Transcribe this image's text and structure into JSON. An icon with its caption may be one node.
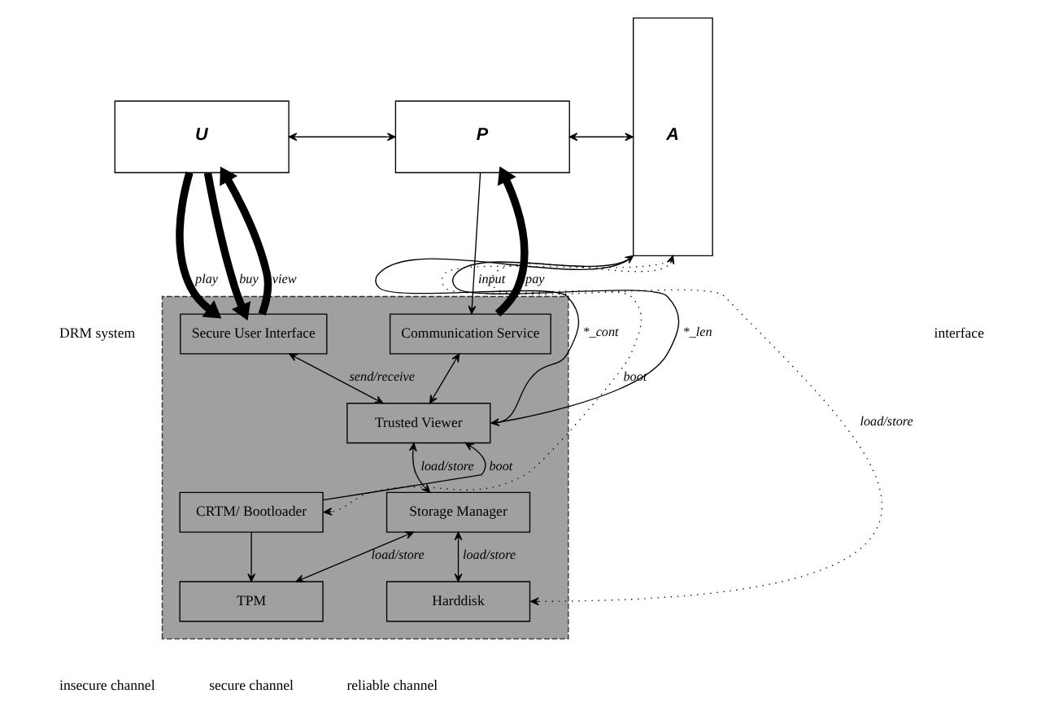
{
  "diagram": {
    "nodes": [
      {
        "text": [
          "U"
        ]
      },
      {
        "text": [
          "P"
        ]
      },
      {
        "text": [
          "A"
        ]
      },
      {
        "text": [],
        "shape": "box"
      },
      {
        "text": [
          "Secure User Interface"
        ],
        "in": 3
      },
      {
        "text": [
          "Communication Service"
        ],
        "in": 3
      },
      {
        "text": [
          "Trusted Viewer"
        ],
        "in": 3
      },
      {
        "text": [
          "Storage Manager"
        ],
        "in": 3
      },
      {
        "text": [
          "CRTM/ Bootloader"
        ],
        "in": 3
      },
      {
        "text": [
          "TPM"
        ],
        "in": 3
      },
      {
        "text": [
          "Harddisk"
        ],
        "in": 3
      }
    ],
    "edges": [
      {
        "from": 0,
        "to": 1,
        "arrow": "both"
      },
      {
        "from": 1,
        "to": 2,
        "arrow": "both"
      },
      {
        "from": 0,
        "to": 4,
        "arrow": "to",
        "label": "buy",
        "style": "thick"
      },
      {
        "from": 0,
        "to": 4,
        "arrow": "to",
        "label": "play",
        "style": "thick"
      },
      {
        "from": 4,
        "to": 0,
        "arrow": "to",
        "label": "view",
        "style": "thick"
      },
      {
        "from": 1,
        "to": 5,
        "arrow": "to",
        "label": "input"
      },
      {
        "from": 5,
        "to": 1,
        "arrow": "to",
        "label": "pay",
        "style": "thick"
      },
      {
        "from": 4,
        "to": 6,
        "arrow": "both",
        "label": "send/receive"
      },
      {
        "from": 5,
        "to": 6,
        "arrow": "both"
      },
      {
        "from": 6,
        "to": 2,
        "arrow": "to",
        "label": "*_len"
      },
      {
        "from": 2,
        "to": 6,
        "arrow": "to",
        "label": "*_cont"
      },
      {
        "from": 6,
        "to": 7,
        "arrow": "both",
        "label": "load/store"
      },
      {
        "from": 8,
        "to": 6,
        "arrow": "to",
        "label": "boot"
      },
      {
        "from": 2,
        "to": 8,
        "arrow": "to",
        "label": "boot",
        "style": "dashed"
      },
      {
        "from": 7,
        "to": 9,
        "arrow": "both",
        "label": "load/store"
      },
      {
        "from": 7,
        "to": 10,
        "arrow": "both",
        "label": "load/store"
      },
      {
        "from": 8,
        "to": 9,
        "arrow": "to"
      },
      {
        "from": 10,
        "to": 2,
        "arrow": "both",
        "label": "load/store",
        "style": "dashed"
      }
    ],
    "labels": [
      "DRM system",
      "interface"
    ],
    "legend": [
      {
        "text": "insecure channel"
      },
      {
        "text": "secure channel"
      },
      {
        "text": "reliable channel"
      }
    ]
  }
}
